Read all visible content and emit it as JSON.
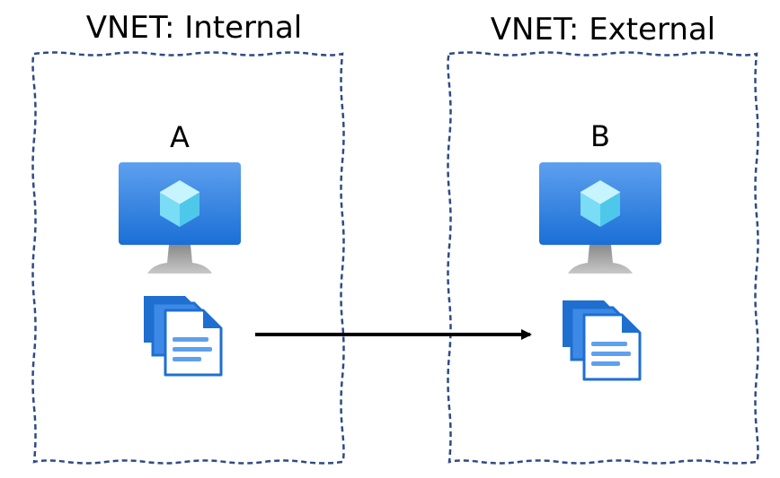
{
  "diagram": {
    "vnet_internal": {
      "title": "VNET: Internal",
      "vm_label": "A"
    },
    "vnet_external": {
      "title": "VNET: External",
      "vm_label": "B"
    }
  },
  "colors": {
    "vnet_border": "#2e4b86",
    "monitor_top": "#5ea0ef",
    "monitor_bottom": "#1a6fd6",
    "stand": "#a0a0a0",
    "cube": "#8fe6fb",
    "document_stack": "#1e6fd0",
    "document_page": "#ffffff",
    "document_lines": "#5ea0ef",
    "arrow": "#000000"
  },
  "icons": {
    "vm": "virtual-machine-icon",
    "files": "file-stack-icon"
  }
}
